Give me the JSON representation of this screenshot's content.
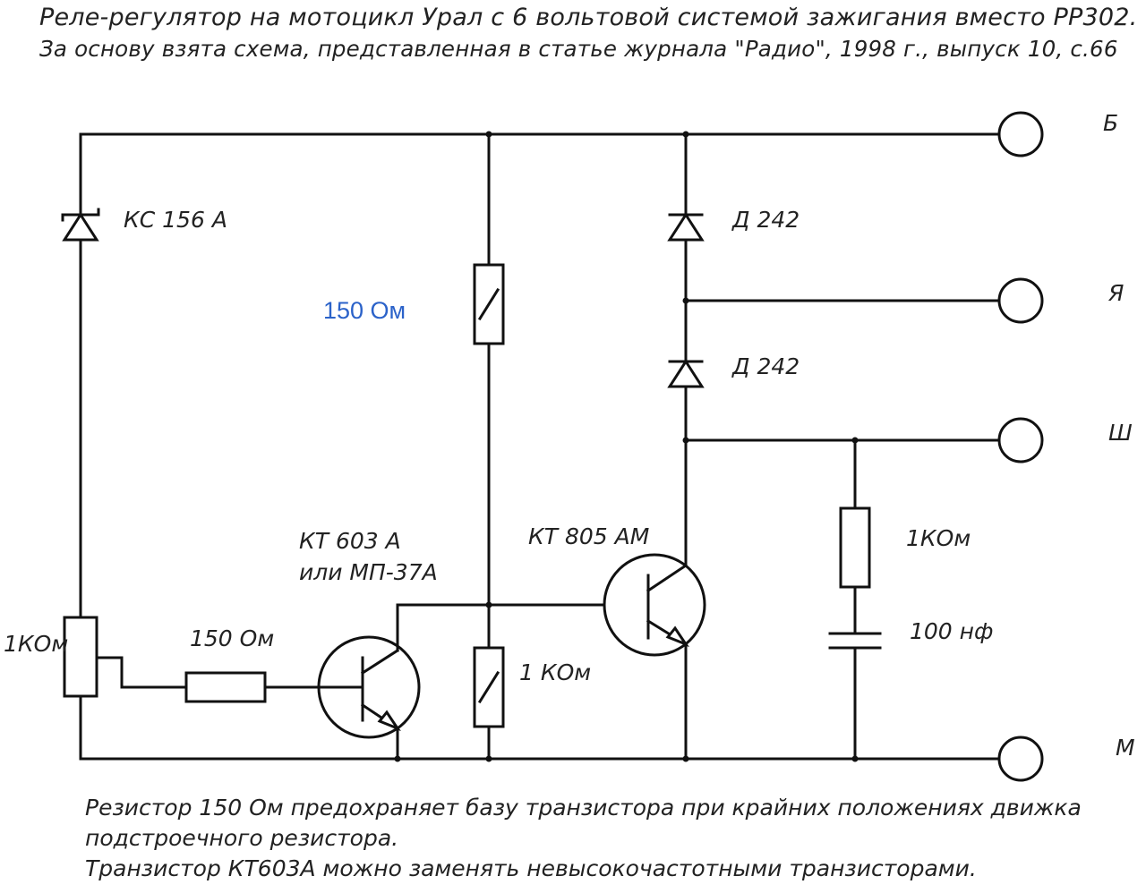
{
  "header": {
    "line1": "Реле-регулятор на мотоцикл Урал с 6 вольтовой системой зажигания вместо РР302.",
    "line2": "За основу взята схема, представленная в статье журнала \"Радио\", 1998 г., выпуск 10, с.66"
  },
  "components": {
    "zener": "КС 156 А",
    "diode_top": "Д 242",
    "diode_bottom": "Д 242",
    "resistor_top": "150 Ом",
    "resistor_base": "150 Ом",
    "resistor_mid": "1 КОм",
    "resistor_right": "1КОм",
    "trimmer": "1КОм",
    "capacitor": "100 нф",
    "transistor1_line1": "КТ 603 А",
    "transistor1_line2": "или МП-37А",
    "transistor2": "КТ 805 АМ"
  },
  "terminals": {
    "b": "Б",
    "ya": "Я",
    "sh": "Ш",
    "m": "М"
  },
  "notes": {
    "line1": "Резистор 150 Ом предохраняет базу транзистора при крайних положениях движка",
    "line2": "подстроечного резистора.",
    "line3": "Транзистор КТ603А можно заменять невысокочастотными транзисторами."
  }
}
